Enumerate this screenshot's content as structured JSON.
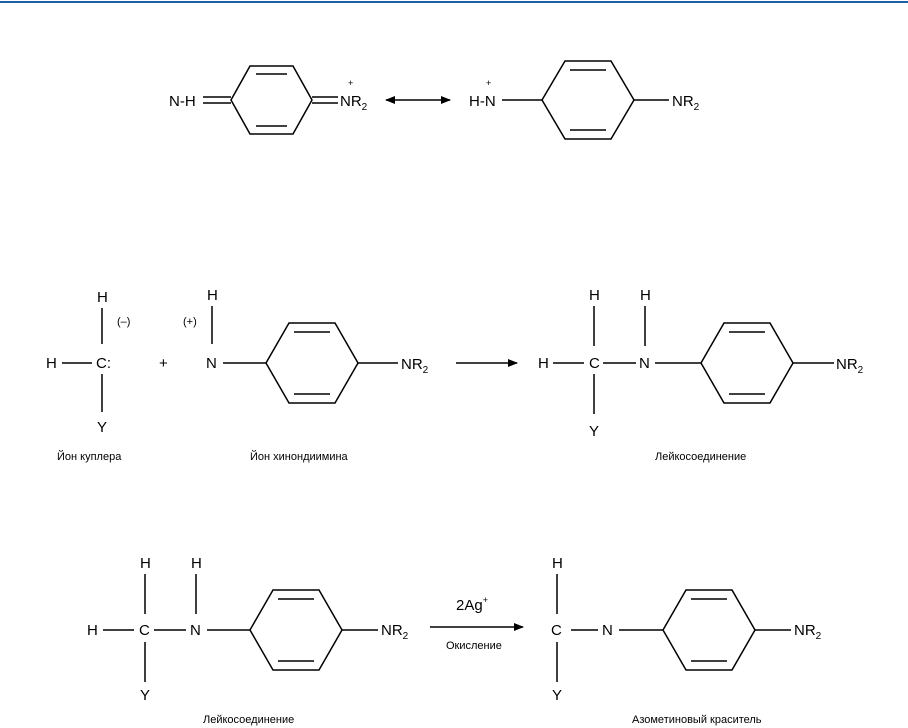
{
  "header": {
    "rule_color": "#1f5fa8"
  },
  "atoms": {
    "nh": "N-H",
    "nr2": "NR",
    "two": "2",
    "plus": "+",
    "hn": "H-N",
    "h": "H",
    "y": "Y",
    "c": "C",
    "c_carbanion": "C:",
    "n": "N",
    "minus_charge": "(–)",
    "plus_charge": "(+)",
    "reaction_plus": "+"
  },
  "captions": {
    "coupler_ion": "Йон куплера",
    "quinonediimine_ion": "Йон хинондиимина",
    "leuco_compound": "Лейкосоединение",
    "leuco_compound_2": "Лейкосоединение",
    "azomethine_dye": "Азометиновый краситель"
  },
  "arrow_labels": {
    "oxidant": "2Ag",
    "oxidant_charge": "+",
    "oxidation": "Окисление"
  }
}
